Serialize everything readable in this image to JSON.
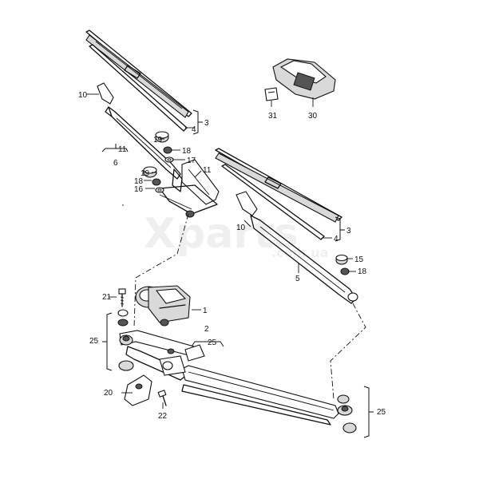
{
  "watermark": {
    "brand": "Xparts",
    "domain": ".com.ua"
  },
  "labels": {
    "p1": "1",
    "p2": "2",
    "p3a": "3",
    "p3b": "3",
    "p4a": "4",
    "p4b": "4",
    "p5": "5",
    "p6": "6",
    "p10a": "10",
    "p10b": "10",
    "p11a": "11",
    "p11b": "11",
    "p15": "15",
    "p16": "16",
    "p17": "17",
    "p18a": "18",
    "p18b": "18",
    "p18c": "18",
    "p19a": "19",
    "p19b": "19",
    "p20": "20",
    "p21": "21",
    "p22": "22",
    "p25a": "25",
    "p25b": "25",
    "p25c": "25",
    "p30": "30",
    "p31": "31"
  }
}
